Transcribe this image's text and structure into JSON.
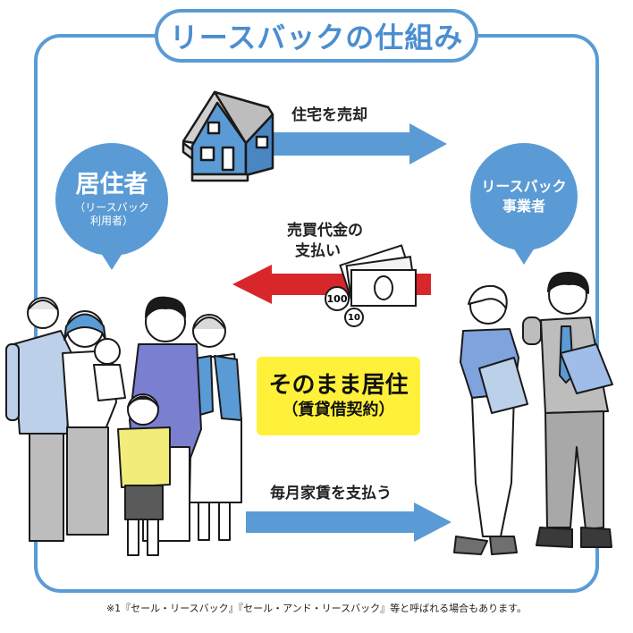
{
  "title": "リースバックの仕組み",
  "resident": {
    "name": "居住者",
    "note_line1": "（リースバック",
    "note_line2": "利用者）"
  },
  "company": {
    "line1": "リースバック",
    "line2": "事業者"
  },
  "flows": {
    "sell_house": "住宅を売却",
    "payment_line1": "売買代金の",
    "payment_line2": "支払い",
    "monthly_rent": "毎月家賃を支払う"
  },
  "coins": {
    "big": "100",
    "small": "10"
  },
  "stay": {
    "main": "そのまま居住",
    "sub": "（賃貸借契約）"
  },
  "footnote": "※1『セール・リースバック』『セール・アンド・リースバック』等と呼ばれる場合もあります。",
  "colors": {
    "blue": "#5b9bd5",
    "red": "#d7272b",
    "yellow": "#fff13a"
  }
}
